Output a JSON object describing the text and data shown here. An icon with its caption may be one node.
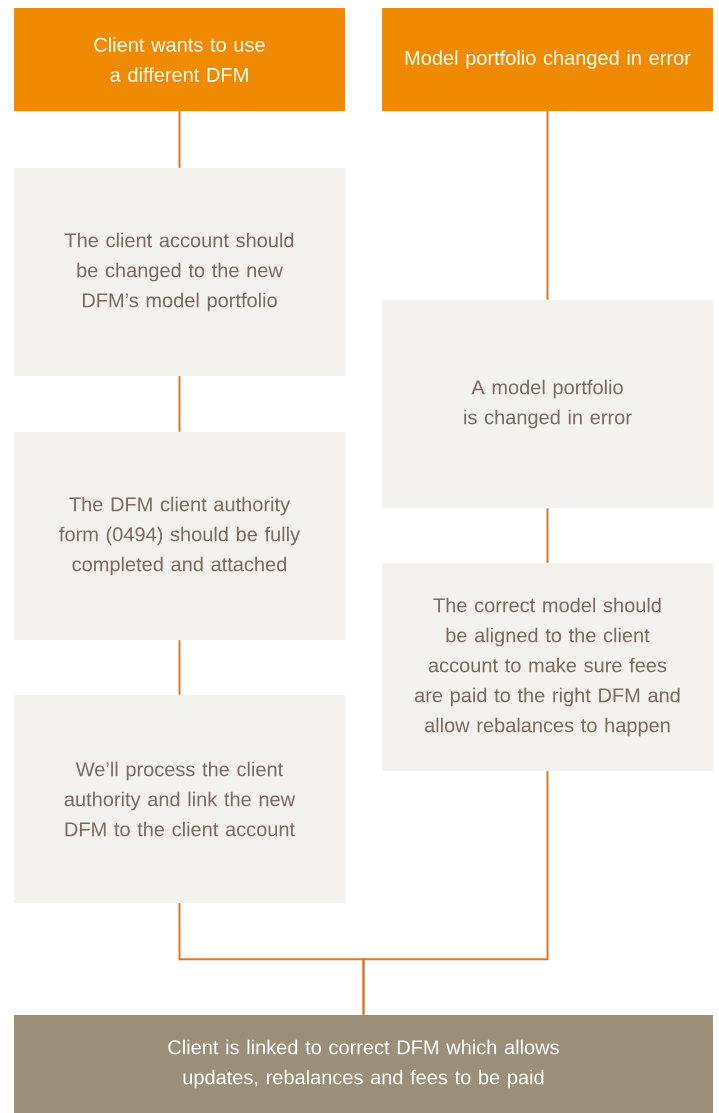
{
  "diagram": {
    "nodes": [
      {
        "text": [
          "Client wants to use a different DFM"
        ]
      },
      {
        "text": [
          "Model portfolio changed in error"
        ]
      },
      {
        "text": [
          "The client account should be changed to the new DFM’s model portfolio"
        ]
      },
      {
        "text": [
          "The DFM client authority form (0494) should be fully completed and attached"
        ]
      },
      {
        "text": [
          "We’ll process the client authority and link the new DFM to the client account"
        ]
      },
      {
        "text": [
          "A model portfolio is changed in error"
        ]
      },
      {
        "text": [
          "The correct model should be aligned to the client account to make sure fees are paid to the right DFM and allow rebalances to happen"
        ]
      },
      {
        "text": [
          "Client is linked to correct DFM which allows updates, rebalances and fees to be paid"
        ]
      }
    ],
    "edges": [
      {
        "from": 0,
        "to": 2,
        "arrow": "none"
      },
      {
        "from": 2,
        "to": 3,
        "arrow": "none"
      },
      {
        "from": 3,
        "to": 4,
        "arrow": "none"
      },
      {
        "from": 1,
        "to": 5,
        "arrow": "none"
      },
      {
        "from": 5,
        "to": 6,
        "arrow": "none"
      },
      {
        "from": 4,
        "to": 7,
        "arrow": "none"
      },
      {
        "from": 6,
        "to": 7,
        "arrow": "none"
      }
    ]
  }
}
